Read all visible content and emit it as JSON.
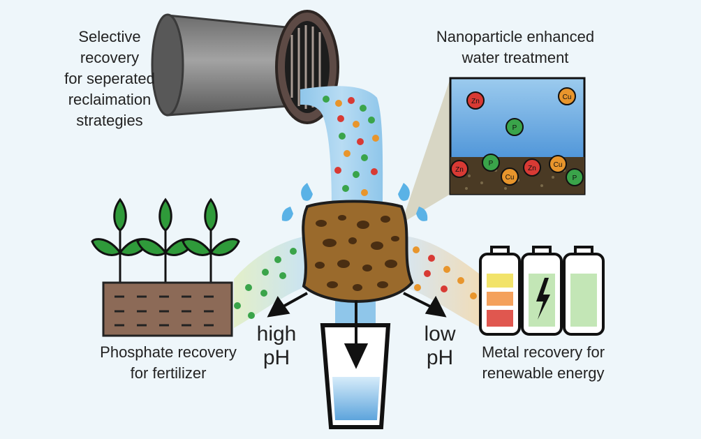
{
  "labels": {
    "selective": [
      "Selective",
      "recovery",
      "for seperated",
      "reclaimation",
      "strategies"
    ],
    "nanoparticle": [
      "Nanoparticle enhanced",
      "water treatment"
    ],
    "phosphate": [
      "Phosphate recovery",
      "for fertilizer"
    ],
    "metal": [
      "Metal recovery for",
      "renewable energy"
    ],
    "high_ph": [
      "high",
      "pH"
    ],
    "low_ph": [
      "low",
      "pH"
    ]
  },
  "particles": {
    "zn": "Zn",
    "cu": "Cu",
    "p": "P"
  },
  "colors": {
    "background": "#eef6fa",
    "water": "#a9d3ef",
    "sponge": "#9a6a2c",
    "zinc": "#d83a34",
    "copper": "#e8952c",
    "phosphorus": "#3aa44a",
    "soil": "#8c6a57",
    "leaf": "#2f9a3a"
  },
  "icons": [
    "pipe-icon",
    "sponge-icon",
    "glass-icon",
    "plant-icon",
    "soil-bed-icon",
    "battery-icon",
    "lightning-icon",
    "arrow-icon"
  ]
}
